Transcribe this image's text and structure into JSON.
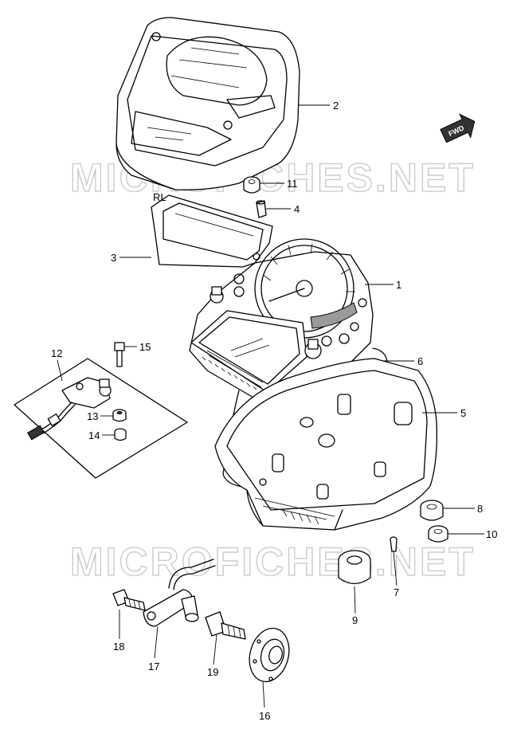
{
  "watermark": "MICROFICHES.NET",
  "fwd_label": "FWD",
  "callouts": [
    {
      "id": "c1",
      "label": "1"
    },
    {
      "id": "c2",
      "label": "2"
    },
    {
      "id": "c3",
      "label": "3"
    },
    {
      "id": "c4",
      "label": "4"
    },
    {
      "id": "c5",
      "label": "5"
    },
    {
      "id": "c6",
      "label": "6"
    },
    {
      "id": "c7",
      "label": "7"
    },
    {
      "id": "c8",
      "label": "8"
    },
    {
      "id": "c9",
      "label": "9"
    },
    {
      "id": "c10",
      "label": "10"
    },
    {
      "id": "c11",
      "label": "11"
    },
    {
      "id": "c12",
      "label": "12"
    },
    {
      "id": "c13",
      "label": "13"
    },
    {
      "id": "c14",
      "label": "14"
    },
    {
      "id": "c15",
      "label": "15"
    },
    {
      "id": "c16",
      "label": "16"
    },
    {
      "id": "c17",
      "label": "17"
    },
    {
      "id": "c18",
      "label": "18"
    },
    {
      "id": "c19",
      "label": "19"
    }
  ]
}
